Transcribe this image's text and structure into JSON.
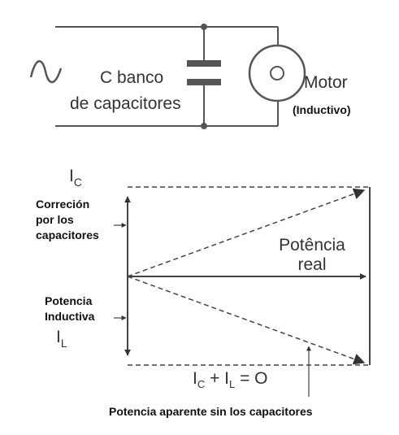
{
  "circuit": {
    "capacitor_label_line1": "C banco",
    "capacitor_label_line2": "de capacitores",
    "motor_label": "Motor",
    "motor_sublabel": "(Inductivo)"
  },
  "phasor": {
    "ic_letter": "I",
    "ic_sub": "C",
    "correction_lines": [
      "Correción",
      "por los",
      "capacitores"
    ],
    "real_power_line1": "Potência",
    "real_power_line2": "real",
    "inductive_lines": [
      "Potencia",
      "Inductiva"
    ],
    "il_letter": "I",
    "il_sub": "L",
    "eq_i1": "I",
    "eq_sub1": "C",
    "eq_plus": " + ",
    "eq_i2": "I",
    "eq_sub2": "L",
    "eq_tail": " = O",
    "apparent_caption": "Potencia aparente sin los capacitores"
  }
}
